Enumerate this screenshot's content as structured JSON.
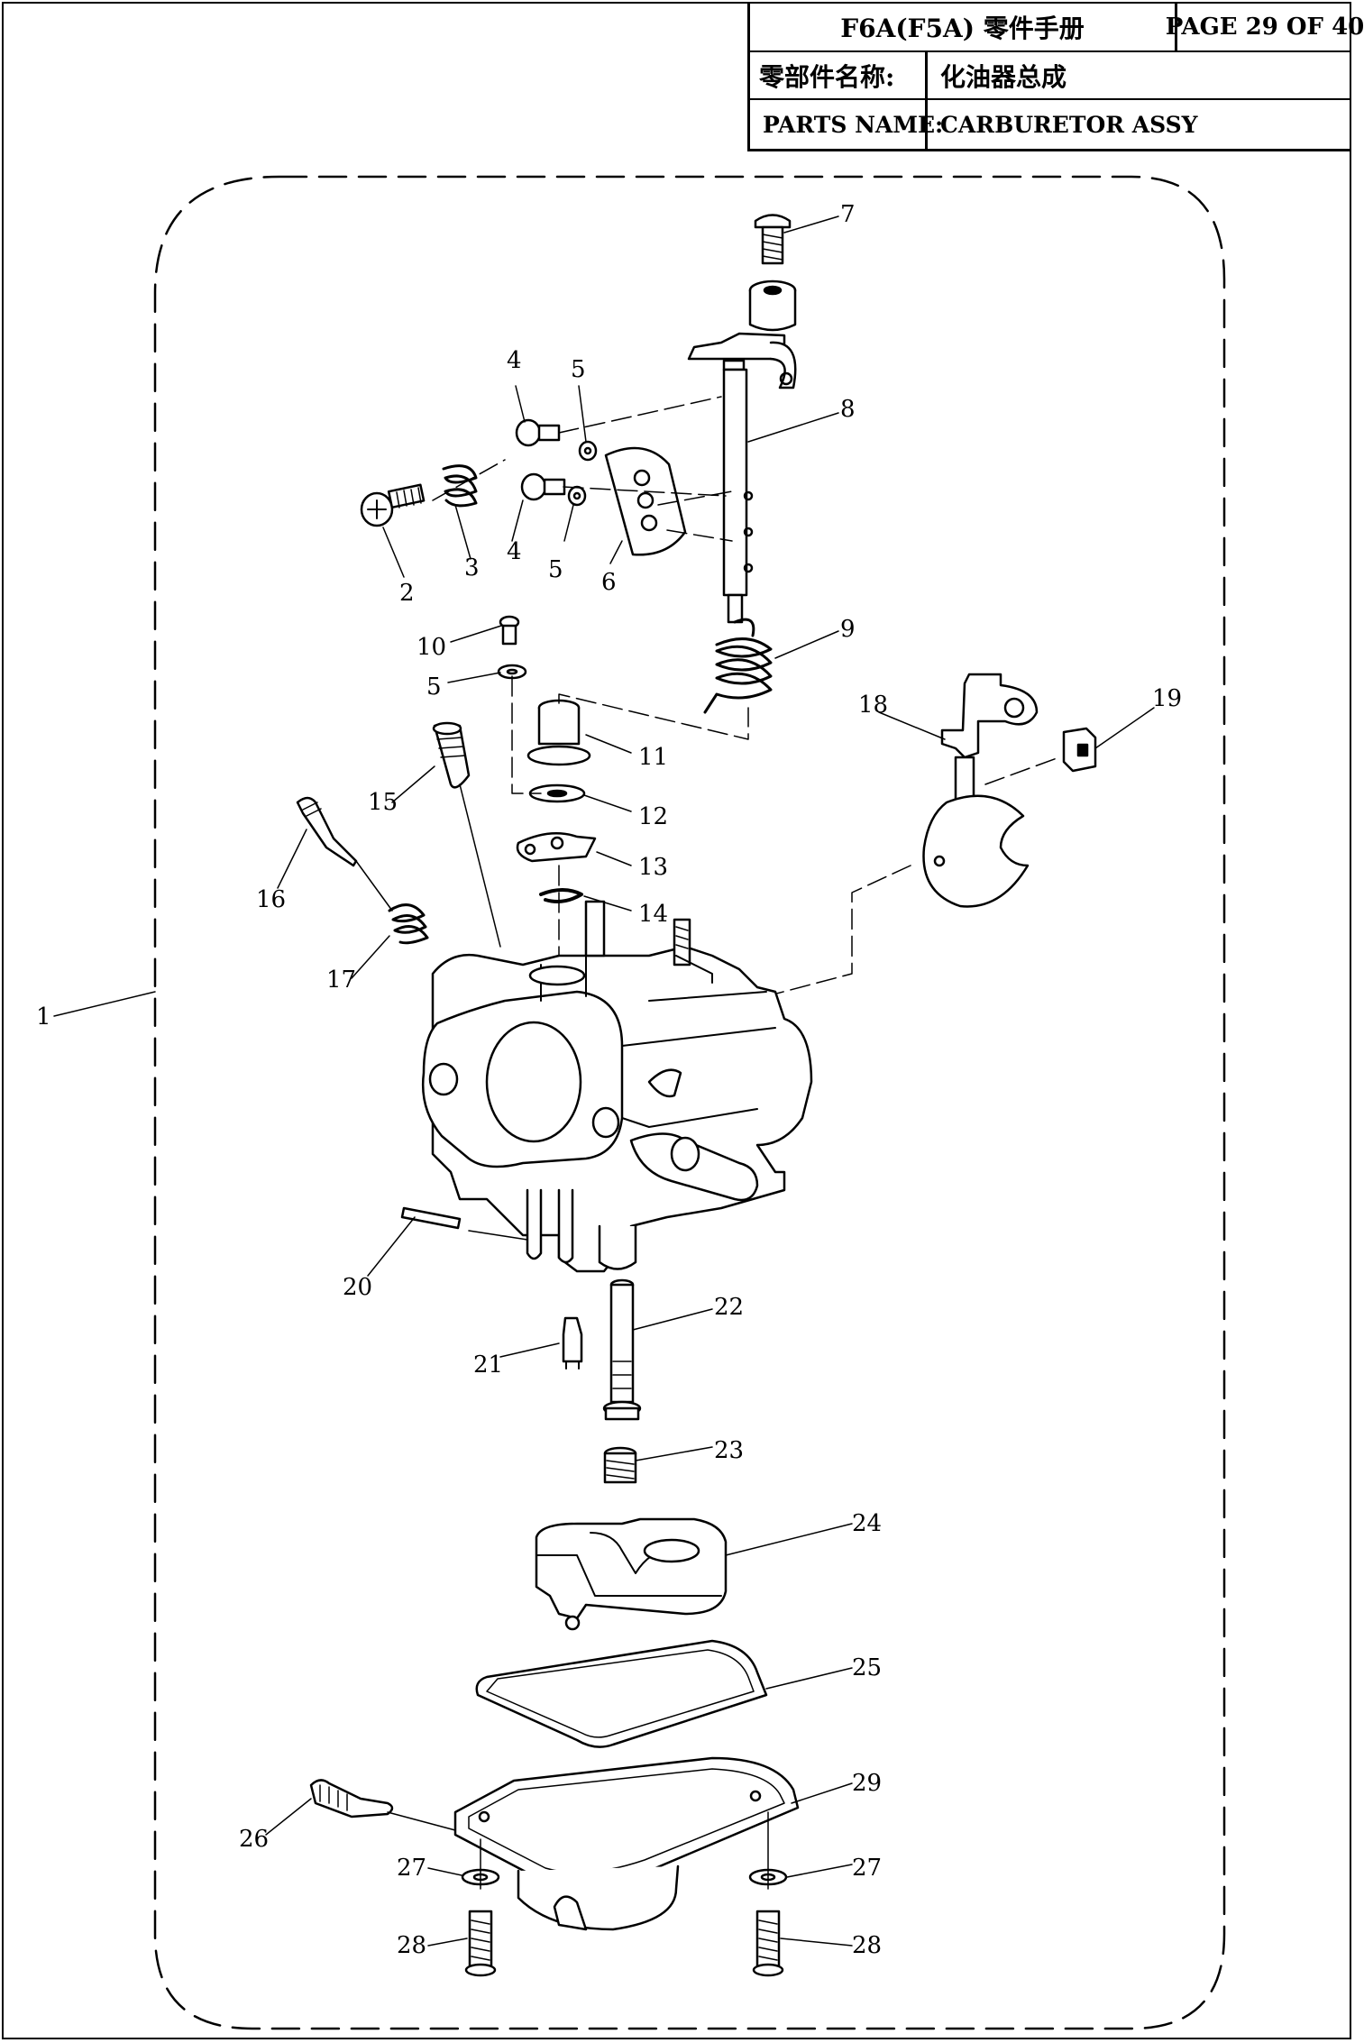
{
  "header": {
    "manual_title": "F6A(F5A) 零件手册",
    "page_label": "PAGE 29 OF 40",
    "name_label_cn": "零部件名称:",
    "name_value_cn": "化油器总成",
    "name_label_en": "PARTS NAME:",
    "name_value_en": "CARBURETOR ASSY"
  },
  "diagram": {
    "callouts": [
      "1",
      "2",
      "3",
      "4",
      "4",
      "5",
      "5",
      "5",
      "6",
      "7",
      "8",
      "9",
      "10",
      "11",
      "12",
      "13",
      "14",
      "15",
      "16",
      "17",
      "18",
      "19",
      "20",
      "21",
      "22",
      "23",
      "24",
      "25",
      "26",
      "27",
      "27",
      "28",
      "28",
      "29"
    ]
  }
}
